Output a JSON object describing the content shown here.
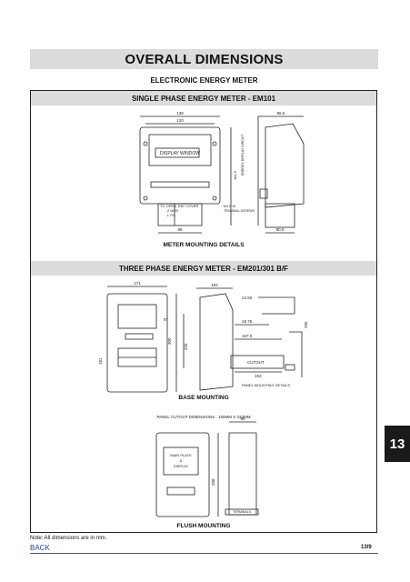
{
  "header": {
    "title": "OVERALL DIMENSIONS",
    "subtitle": "ELECTRONIC ENERGY METER"
  },
  "single_phase": {
    "heading": "SINGLE PHASE ENERGY METER - EM101",
    "caption": "METER MOUNTING DETAILS",
    "labels": {
      "display_window": "DISPLAY WINDOW",
      "top_width_outer": "138",
      "top_width_inner": "120",
      "side_depth_top": "86.5",
      "height": "181.0",
      "open_cover": "TO OPEN THE COVER",
      "open_cover_2": "2 NOS",
      "open_cover_3": "L P1",
      "terminal_note": "M4 X 15",
      "terminal_note_2": "TERMINAL SCREWS",
      "bottom_width": "96",
      "bottom_depth": "80.0",
      "vertical_note": "ENERGY DISPLAY CIRCUIT"
    }
  },
  "three_phase": {
    "heading": "THREE PHASE ENERGY METER - EM201/301 B/F",
    "base_caption": "BASE MOUNTING",
    "flush_caption": "FLUSH MOUNTING",
    "labels": {
      "front_width": "171",
      "side_depth": "102",
      "right_dim": "24.50",
      "dim_97": "97",
      "dim_300": "300",
      "dim_181": "181",
      "dim_225": "225",
      "dim_265": "265",
      "dim_18_75": "18.75",
      "dim_167_5": "167.5",
      "cutout": "CUTOUT",
      "cutout_w": "153",
      "panel_mounting": "PANEL MOUNTING DETAILS",
      "panel_cutout": "PANEL CUTOUT DIMENSIONS : 155MM X 232MM",
      "flush_dim": "95",
      "flush_display": "MAIN PLATE\nDISPLAY",
      "flush_display_1": "MAIN PLATE",
      "flush_display_2": "&",
      "flush_display_3": "DISPLAY",
      "flush_height": "208",
      "terminal": "TERMINALS"
    }
  },
  "side_tab": "13",
  "footer": {
    "note": "Note: All dimensions are in mm.",
    "back": "BACK",
    "page": "13/9"
  }
}
